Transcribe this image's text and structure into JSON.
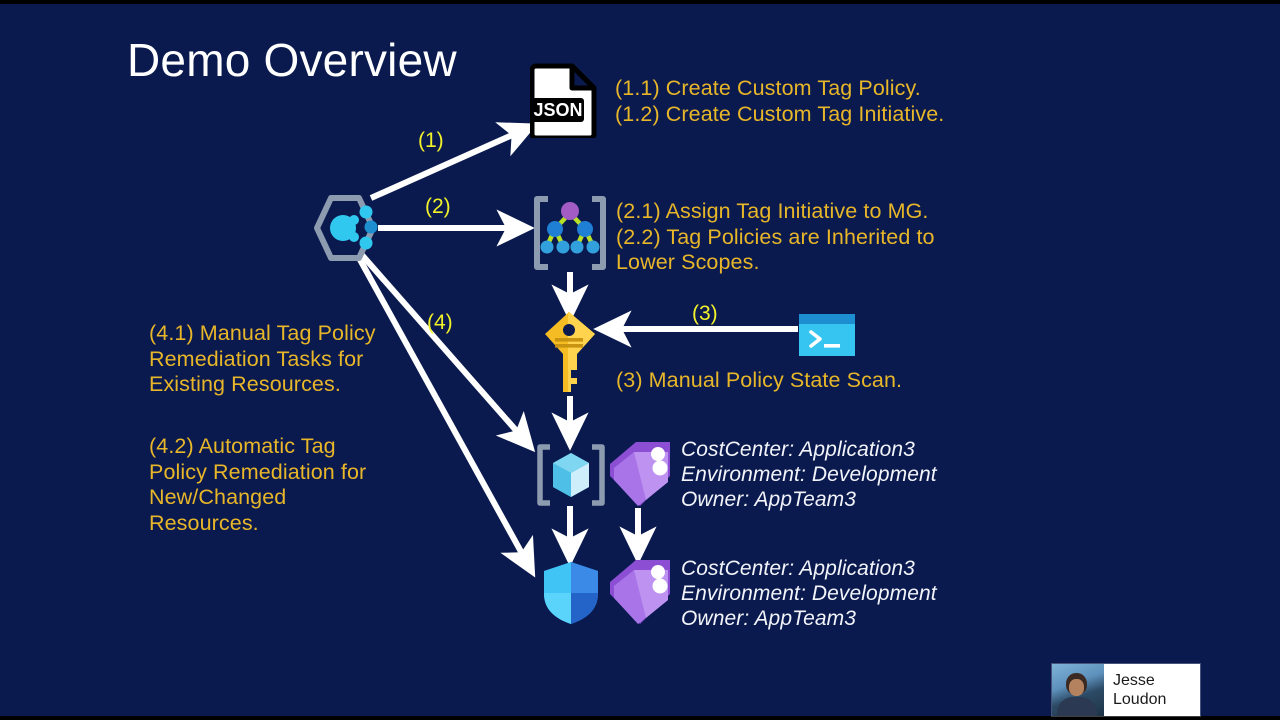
{
  "slide": {
    "title": "Demo Overview",
    "background_color": "#0a1a4e",
    "title_color": "#ffffff",
    "gold_text_color": "#e8b629",
    "yellow_label_color": "#f2f22a",
    "tag_text_color": "#f2f4fa"
  },
  "step_labels": {
    "one": "(1)",
    "two": "(2)",
    "three": "(3)",
    "four": "(4)"
  },
  "callouts": {
    "json_policy": "(1.1) Create Custom Tag Policy.\n(1.2) Create Custom Tag Initiative.",
    "management_group": "(2.1) Assign Tag Initiative to MG.\n(2.2) Tag Policies are Inherited to\nLower Scopes.",
    "remediation_manual": "(4.1) Manual Tag Policy\nRemediation Tasks for\nExisting Resources.",
    "remediation_automatic": "(4.2) Automatic Tag\nPolicy Remediation for\nNew/Changed\nResources.",
    "policy_scan": "(3) Manual Policy State Scan."
  },
  "tags_upper": "CostCenter: Application3\nEnvironment: Development\nOwner: AppTeam3",
  "tags_lower": "CostCenter: Application3\nEnvironment: Development\nOwner: AppTeam3",
  "icons": {
    "json_file": "json-file-icon",
    "azure_policy": "azure-policy-icon",
    "management_group": "management-group-icon",
    "key": "key-icon",
    "cloud_shell": "cloud-shell-icon",
    "resource_group": "resource-group-icon",
    "tags_upper": "tags-icon",
    "defender_shield": "defender-shield-icon",
    "tags_lower": "tags-icon",
    "json_label": "JSON"
  },
  "presenter": {
    "name": "Jesse\nLoudon"
  }
}
